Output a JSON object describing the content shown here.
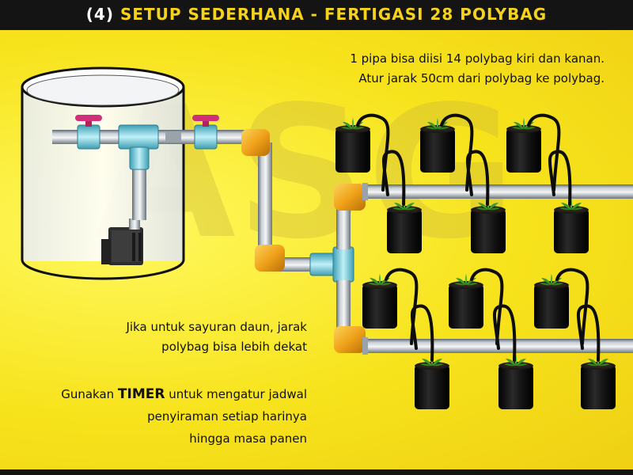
{
  "header": {
    "number": "(4)",
    "title": "SETUP  SEDERHANA - FERTIGASI  28  POLYBAG"
  },
  "watermark": "ASG",
  "notes": {
    "top_line1": "1 pipa bisa diisi 14 polybag kiri dan kanan.",
    "top_line2": "Atur jarak 50cm dari polybag ke polybag.",
    "daun_line1": "Jika untuk sayuran daun, jarak",
    "daun_line2": "polybag bisa lebih dekat",
    "timer_pre": "Gunakan ",
    "timer_strong": "TIMER",
    "timer_post": " untuk mengatur jadwal",
    "timer_line2": "penyiraman setiap harinya",
    "timer_line3": "hingga masa panen"
  },
  "colors": {
    "background": "#f7e218",
    "header_bar": "#141414",
    "title_accent": "#f5d21b",
    "pipe": "#c9cfd4",
    "pipe_fitting": "#8fd8e6",
    "elbow": "#f0a21a",
    "valve_handle": "#d0307a",
    "polybag": "#111111",
    "plant": "#3f9a2a"
  }
}
